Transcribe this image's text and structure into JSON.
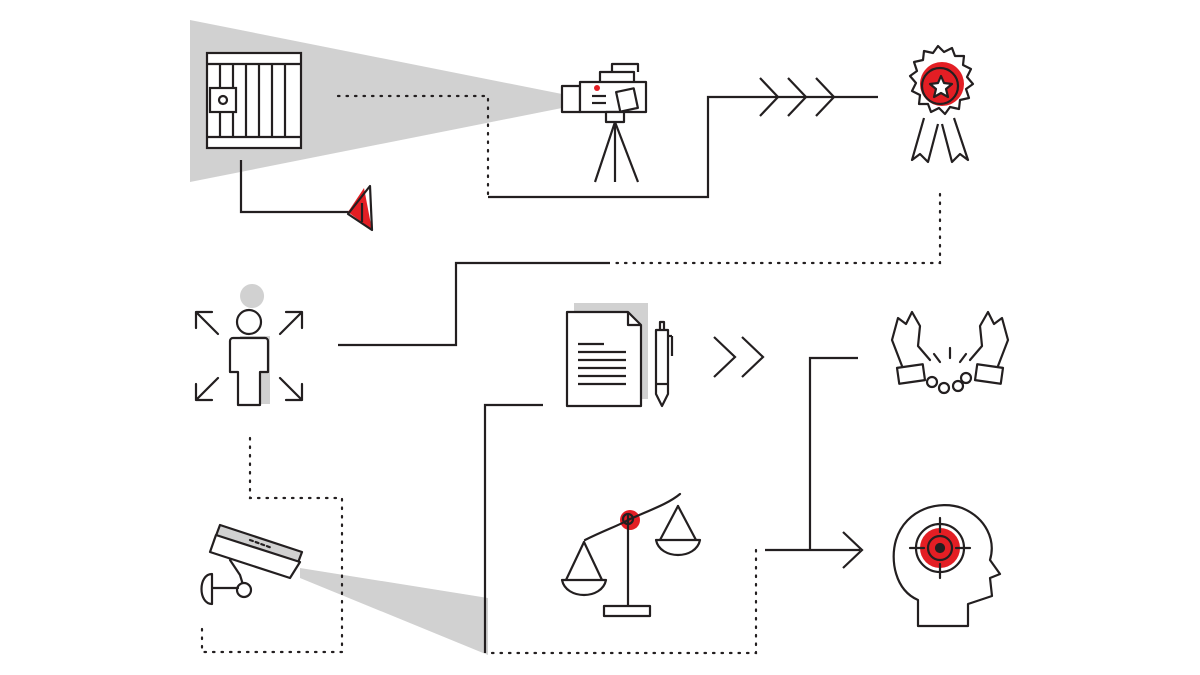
{
  "diagram": {
    "colors": {
      "background": "#ffffff",
      "line": "#231f20",
      "accent": "#e31e24",
      "shade": "#d1d1d1"
    },
    "icons": [
      "jail-cell-door-icon",
      "alarm-siren-icon",
      "video-camera-on-tripod-icon",
      "award-rosette-icon",
      "person-escaping-icon",
      "document-and-pen-icon",
      "double-chevron-icon",
      "broken-handcuffs-icon",
      "scales-of-justice-icon",
      "security-camera-icon",
      "head-with-target-icon"
    ],
    "connectors": [
      "dotted-connector",
      "solid-connector",
      "arrow-connector"
    ]
  }
}
